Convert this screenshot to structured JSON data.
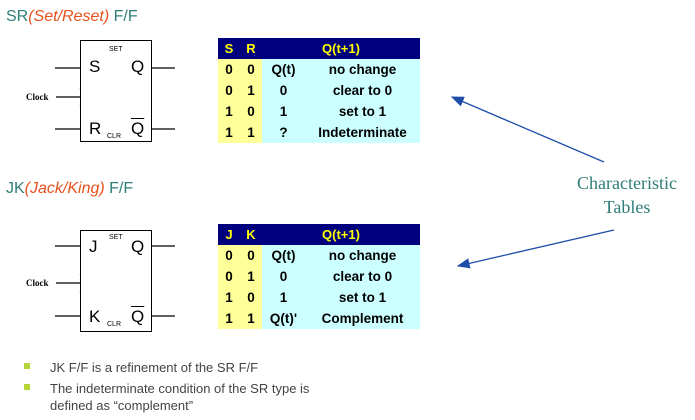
{
  "sr": {
    "heading_prefix": "SR",
    "heading_italic": "(Set/Reset)",
    "heading_suffix": " F/F",
    "input_top": "S",
    "input_bottom": "R",
    "set_label": "SET",
    "clr_label": "CLR",
    "q": "Q",
    "qbar": "Q",
    "clock": "Clock",
    "table": {
      "headers": [
        "S",
        "R",
        "Q(t+1)"
      ],
      "rows": [
        [
          "0",
          "0",
          "Q(t)",
          "no change"
        ],
        [
          "0",
          "1",
          "0",
          "clear to 0"
        ],
        [
          "1",
          "0",
          "1",
          "set to 1"
        ],
        [
          "1",
          "1",
          "?",
          "Indeterminate"
        ]
      ]
    }
  },
  "jk": {
    "heading_prefix": "JK",
    "heading_italic": "(Jack/King)",
    "heading_suffix": " F/F",
    "input_top": "J",
    "input_bottom": "K",
    "set_label": "SET",
    "clr_label": "CLR",
    "q": "Q",
    "qbar": "Q",
    "clock": "Clock",
    "table": {
      "headers": [
        "J",
        "K",
        "Q(t+1)"
      ],
      "rows": [
        [
          "0",
          "0",
          "Q(t)",
          "no change"
        ],
        [
          "0",
          "1",
          "0",
          "clear to 0"
        ],
        [
          "1",
          "0",
          "1",
          "set to 1"
        ],
        [
          "1",
          "1",
          "Q(t)'",
          "Complement"
        ]
      ]
    }
  },
  "characteristic_label": {
    "line1": "Characteristic",
    "line2": "Tables"
  },
  "bullets": [
    "JK F/F is a refinement of the SR F/F",
    "The indeterminate condition of the SR type is",
    "defined as “complement”"
  ],
  "colors": {
    "heading": "#2e7d78",
    "heading_italic": "#e8501c",
    "table_header_bg": "#00007f",
    "table_header_text": "#ffff00",
    "table_input_bg": "#ffff99",
    "table_output_bg": "#ccffff",
    "bullet": "#b5d63a"
  }
}
